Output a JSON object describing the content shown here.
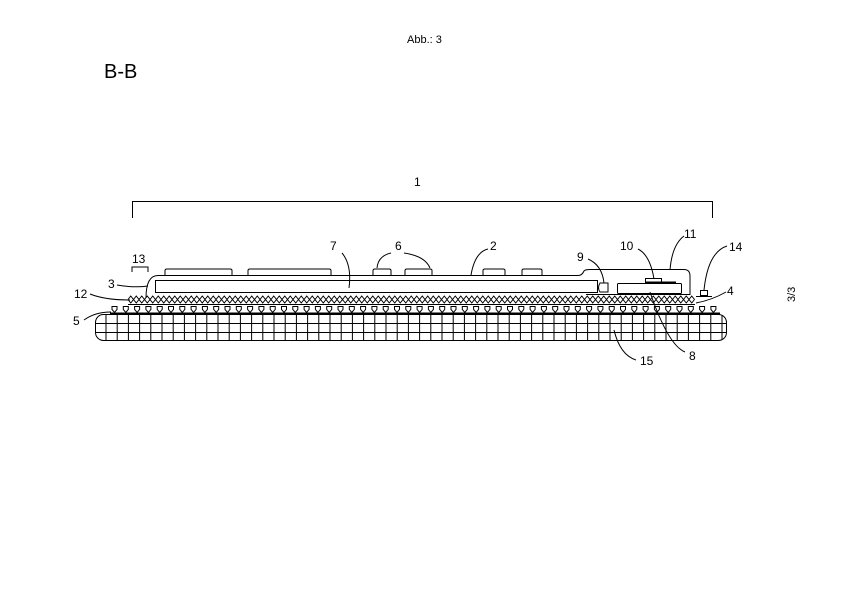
{
  "figure_label": "Abb.: 3",
  "section_label": "B-B",
  "sheet_number": "3/3",
  "reference_numerals": {
    "r1": "1",
    "r2": "2",
    "r3": "3",
    "r4": "4",
    "r5": "5",
    "r6": "6",
    "r7": "7",
    "r8": "8",
    "r9": "9",
    "r10": "10",
    "r11": "11",
    "r12": "12",
    "r13": "13",
    "r14": "14",
    "r15": "15"
  }
}
